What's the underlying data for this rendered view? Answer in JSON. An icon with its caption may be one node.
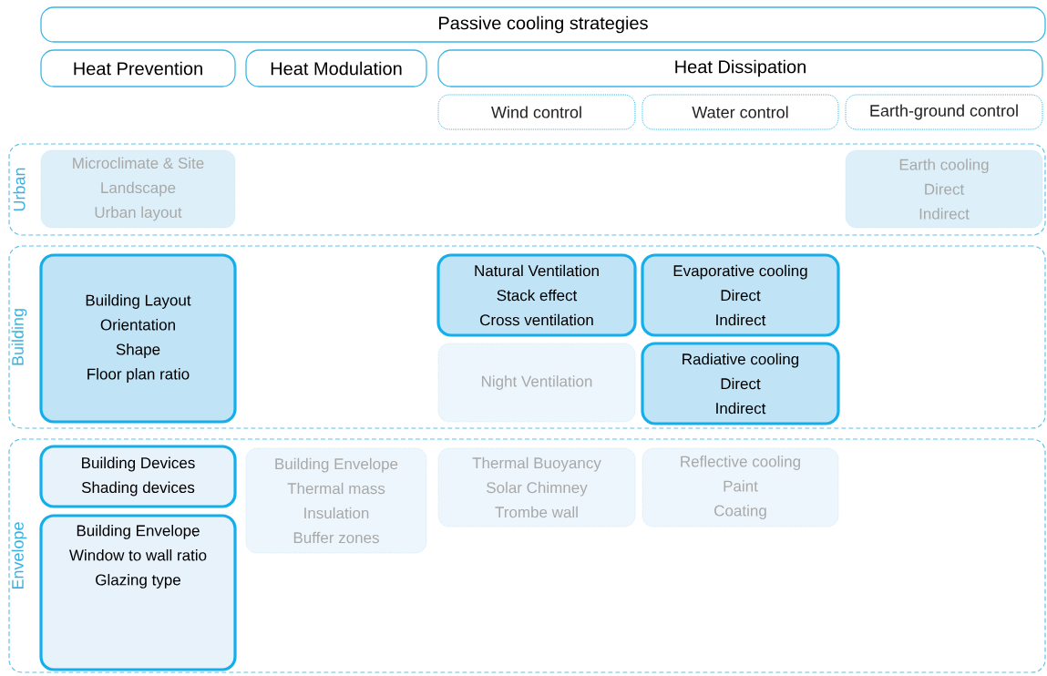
{
  "diagram": {
    "nodes": [
      {
        "text": [
          "Passive cooling strategies"
        ]
      },
      {
        "text": [
          "Heat Prevention"
        ]
      },
      {
        "text": [
          "Heat Modulation"
        ]
      },
      {
        "text": [
          "Heat Dissipation"
        ]
      },
      {
        "text": [
          "Wind control"
        ]
      },
      {
        "text": [
          "Water control"
        ]
      },
      {
        "text": [
          "Earth-ground control"
        ]
      },
      {
        "text": [
          "Urban"
        ]
      },
      {
        "text": [
          "Microclimate & Site",
          "Landscape",
          "Urban layout"
        ],
        "in": 7
      },
      {
        "text": [
          "Earth cooling",
          "Direct",
          "Indirect"
        ],
        "in": 7
      },
      {
        "text": [
          "Building"
        ]
      },
      {
        "text": [
          "Building Layout",
          "Orientation",
          "Shape",
          "Floor plan ratio"
        ],
        "in": 10
      },
      {
        "text": [
          "Natural Ventilation",
          "Stack effect",
          "Cross ventilation"
        ],
        "in": 10
      },
      {
        "text": [
          "Evaporative cooling",
          "Direct",
          "Indirect"
        ],
        "in": 10
      },
      {
        "text": [
          "Night Ventilation"
        ],
        "in": 10
      },
      {
        "text": [
          "Radiative cooling",
          "Direct",
          "Indirect"
        ],
        "in": 10
      },
      {
        "text": [
          "Envelope"
        ]
      },
      {
        "text": [
          "Building Devices",
          "Shading devices"
        ],
        "in": 16
      },
      {
        "text": [
          "Building Envelope",
          "Thermal mass",
          "Insulation",
          "Buffer zones"
        ],
        "in": 16
      },
      {
        "text": [
          "Thermal Buoyancy",
          "Solar Chimney",
          "Trombe wall"
        ],
        "in": 16
      },
      {
        "text": [
          "Reflective cooling",
          "Paint",
          "Coating"
        ],
        "in": 16
      },
      {
        "text": [
          "Building Envelope",
          "Window to wall ratio",
          "Glazing type"
        ],
        "in": 16
      }
    ]
  }
}
